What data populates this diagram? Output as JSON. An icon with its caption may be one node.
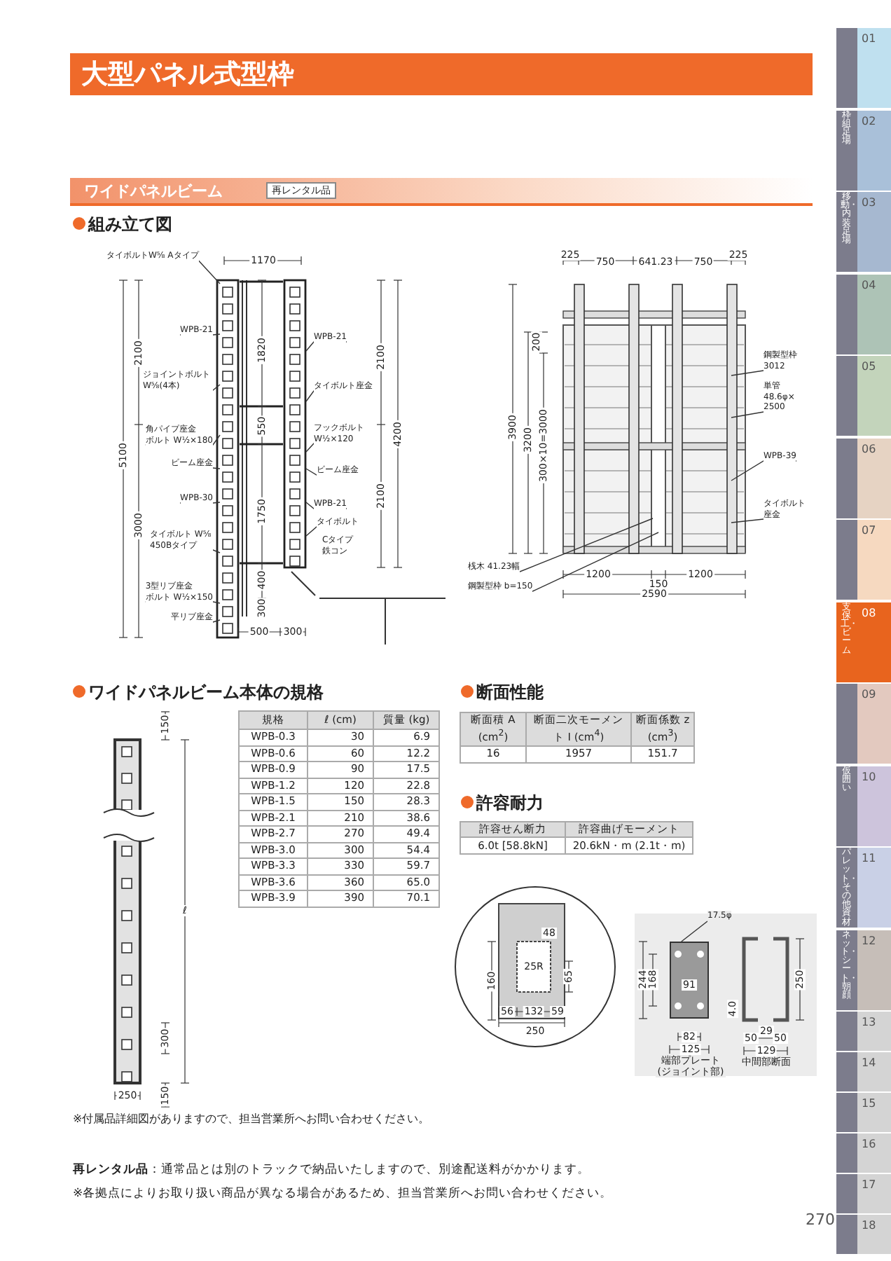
{
  "diagram": {
    "title": "大型パネル式型枠",
    "nodes": [
      {
        "text": [
          "タイボルトW⅝ Aタイプ"
        ]
      },
      {
        "text": [
          "WPB-21"
        ]
      },
      {
        "text": [
          "ジョイントボルト W⅝(4本)"
        ]
      },
      {
        "text": [
          "角パイプ座金",
          "ボルト W½×180"
        ]
      },
      {
        "text": [
          "ビーム座金"
        ]
      },
      {
        "text": [
          "WPB-30"
        ]
      },
      {
        "text": [
          "タイボルト W⅝ 450Bタイプ"
        ]
      },
      {
        "text": [
          "3型リブ座金",
          "ボルト W½×150"
        ]
      },
      {
        "text": [
          "平リブ座金"
        ]
      },
      {
        "text": [
          "WPB-21"
        ]
      },
      {
        "text": [
          "タイボルト座金"
        ]
      },
      {
        "text": [
          "フックボルト W½×120"
        ]
      },
      {
        "text": [
          "ビーム座金"
        ]
      },
      {
        "text": [
          "WPB-21"
        ]
      },
      {
        "text": [
          "タイボルト"
        ]
      },
      {
        "text": [
          "鋼製型枠 3012"
        ]
      },
      {
        "text": [
          "単管 48.6φ× 2500"
        ]
      },
      {
        "text": [
          "WPB-39"
        ]
      },
      {
        "text": [
          "タイボルト座金"
        ]
      },
      {
        "text": [
          "桟木 41.23幅"
        ]
      },
      {
        "text": [
          "鋼製型枠 b=150"
        ]
      },
      {
        "text": [
          "17.5φ"
        ]
      },
      {
        "text": [
          "Cタイプ鉄コン"
        ]
      },
      {
        "text": [],
        "shape": "box"
      }
    ],
    "edges": [
      {
        "from": 0,
        "to": null,
        "arrow": "none"
      },
      {
        "from": 1,
        "to": null,
        "arrow": "none"
      },
      {
        "from": 2,
        "to": null,
        "arrow": "none"
      },
      {
        "from": 3,
        "to": null,
        "arrow": "none"
      },
      {
        "from": 4,
        "to": null,
        "arrow": "none"
      },
      {
        "from": 5,
        "to": null,
        "arrow": "none"
      },
      {
        "from": 6,
        "to": null,
        "arrow": "none"
      },
      {
        "from": 7,
        "to": null,
        "arrow": "none"
      },
      {
        "from": 8,
        "to": null,
        "arrow": "none"
      },
      {
        "from": 9,
        "to": null,
        "arrow": "none"
      },
      {
        "from": 10,
        "to": null,
        "arrow": "none"
      },
      {
        "from": 11,
        "to": null,
        "arrow": "none"
      },
      {
        "from": 12,
        "to": null,
        "arrow": "none"
      },
      {
        "from": 13,
        "to": null,
        "arrow": "none"
      },
      {
        "from": 14,
        "to": null,
        "arrow": "none"
      },
      {
        "from": 15,
        "to": null,
        "arrow": "none"
      },
      {
        "from": 16,
        "to": null,
        "arrow": "none"
      },
      {
        "from": 17,
        "to": null,
        "arrow": "none"
      },
      {
        "from": 18,
        "to": null,
        "arrow": "none"
      },
      {
        "from": 19,
        "to": null,
        "arrow": "none"
      },
      {
        "from": 20,
        "to": null,
        "arrow": "none"
      },
      {
        "from": 21,
        "to": 23,
        "arrow": "none"
      }
    ],
    "labels": [
      "ワイドパネルビーム",
      "再レンタル品",
      "組み立て図",
      "1170",
      "2100",
      "5100",
      "3000",
      "1820",
      "550",
      "1750",
      "400",
      "300",
      "500",
      "300",
      "2100",
      "4200",
      "2100",
      "225",
      "750",
      "641.23",
      "750",
      "225",
      "200",
      "3900",
      "3200",
      "300×10=3000",
      "1200",
      "150",
      "1200",
      "2590",
      "ワイドパネルビーム本体の規格",
      "150",
      "ℓ",
      "300",
      "250",
      "150",
      "規格",
      "ℓ (cm)",
      "質量 (kg)",
      "WPB-0.3",
      "30",
      "6.9",
      "WPB-0.6",
      "60",
      "12.2",
      "WPB-0.9",
      "90",
      "17.5",
      "WPB-1.2",
      "120",
      "22.8",
      "WPB-1.5",
      "150",
      "28.3",
      "WPB-2.1",
      "210",
      "38.6",
      "WPB-2.7",
      "270",
      "49.4",
      "WPB-3.0",
      "300",
      "54.4",
      "WPB-3.3",
      "330",
      "59.7",
      "WPB-3.6",
      "360",
      "65.0",
      "WPB-3.9",
      "390",
      "70.1",
      "断面性能",
      "断面積 A (cm$^{2}$)",
      "断面二次モーメント I (cm$^{4}$)",
      "断面係数 z (cm$^{3}$)",
      "16",
      "1957",
      "151.7",
      "許容耐力",
      "許容せん断力",
      "許容曲げモーメント",
      "6.0t [58.8kN]",
      "20.6kN・m (2.1t・m)",
      "48",
      "25R",
      "65",
      "160",
      "56",
      "132",
      "59",
      "250",
      "244",
      "168",
      "91",
      "82",
      "125",
      "端部プレート (ジョイント部)",
      "4.0",
      "250",
      "50",
      "29",
      "50",
      "129",
      "中間部断面",
      "※付属品詳細図がありますので、担当営業所へお問い合わせください。",
      "**再レンタル品**：通常品とは別のトラックで納品いたしますので、別途配送料がかかります。",
      "※各拠点によりお取り扱い商品が異なる場合があるため、担当営業所へお問い合わせください。",
      "270",
      "01",
      "02",
      "枠組足場",
      "03",
      "移動・内装足場",
      "04",
      "05",
      "06",
      "07",
      "08",
      "支保工・ビーム",
      "09",
      "10",
      "仮囲い",
      "11",
      "パレット・その他資材",
      "12",
      "ネット・シート・朝顔",
      "13",
      "14",
      "15",
      "16",
      "17",
      "18"
    ]
  }
}
